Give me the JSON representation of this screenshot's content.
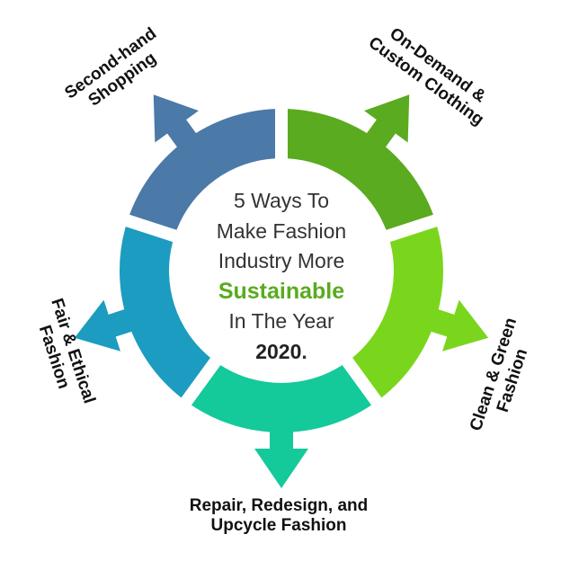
{
  "center": {
    "line1": "5 Ways To",
    "line2": "Make Fashion",
    "line3": "Industry More",
    "highlight": "Sustainable",
    "line5": "In The Year",
    "year": "2020",
    "period": "."
  },
  "segments": [
    {
      "id": "on-demand",
      "color": "#5aab1f",
      "label": [
        "On-Demand &",
        "Custom Clothing"
      ]
    },
    {
      "id": "clean-green",
      "color": "#7ad61c",
      "label": [
        "Clean & Green",
        "Fashion"
      ]
    },
    {
      "id": "repair",
      "color": "#14c99a",
      "label": [
        "Repair, Redesign, and",
        "Upcycle Fashion"
      ]
    },
    {
      "id": "fair-ethical",
      "color": "#1b9cc0",
      "label": [
        "Fair & Ethical",
        "Fashion"
      ]
    },
    {
      "id": "second-hand",
      "color": "#4b79a8",
      "label": [
        "Second-hand",
        "Shopping"
      ]
    }
  ],
  "colors": {
    "highlight": "#5aab1f",
    "text": "#333333"
  }
}
